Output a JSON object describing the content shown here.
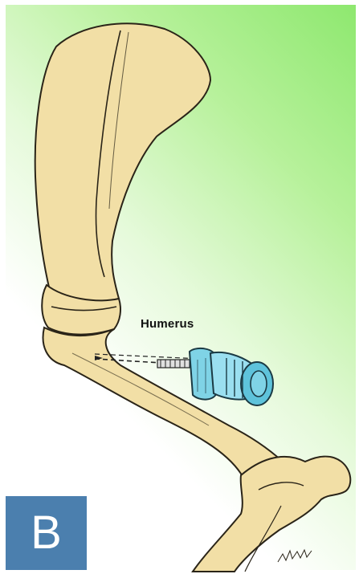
{
  "figure": {
    "structure_label": "Humerus",
    "panel_letter": "B"
  },
  "colors": {
    "background_gradient_accent": "#8ee86f",
    "bone_fill": "#f2dfa6",
    "bone_outline": "#2a2418",
    "device_fill": "#7fd3e6",
    "badge_fill": "#4b7fae"
  },
  "icons": [
    "bone-illustration",
    "intraosseous-device-icon",
    "screw-needle-icon"
  ]
}
